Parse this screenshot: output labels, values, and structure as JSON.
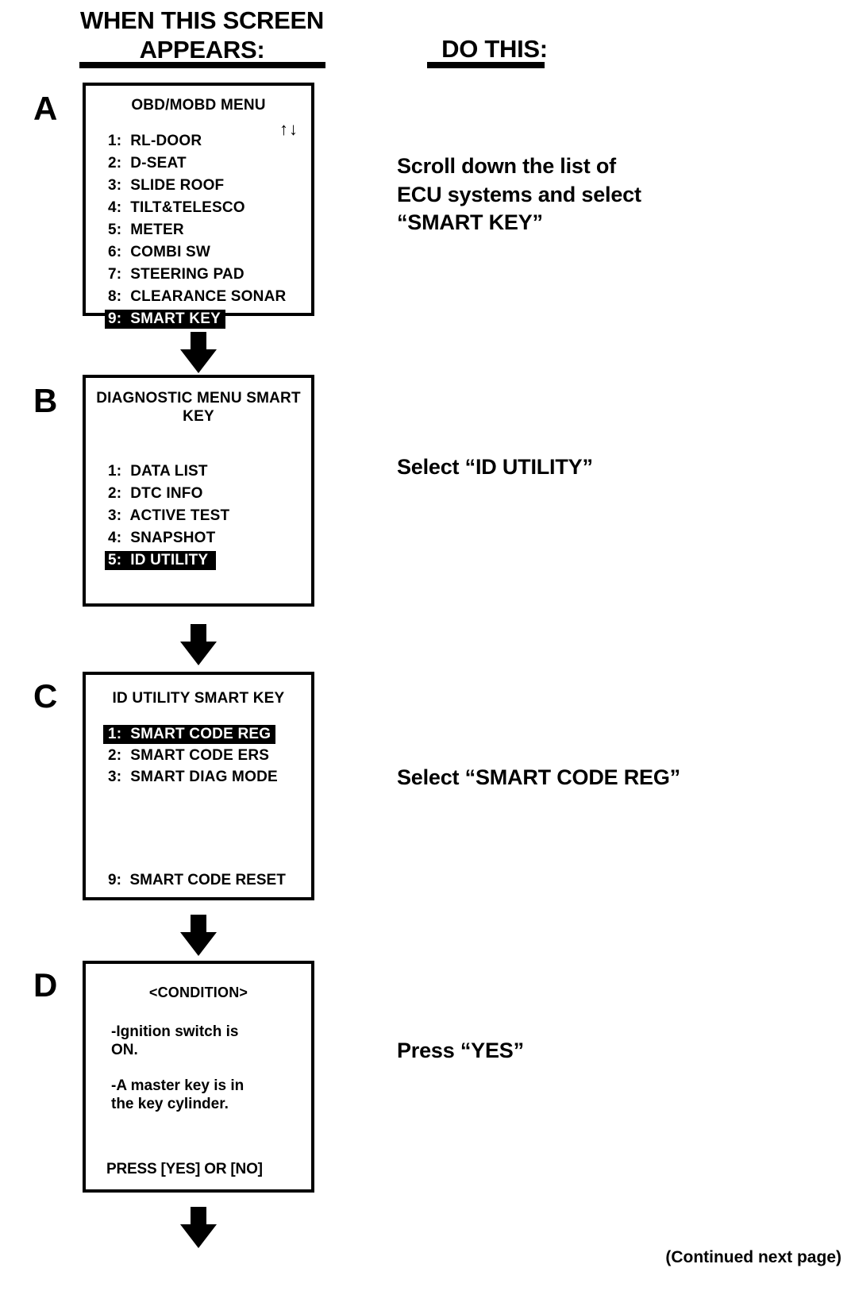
{
  "headers": {
    "left": "WHEN THIS\nSCREEN APPEARS:",
    "right": "DO THIS:"
  },
  "footer": {
    "note": "(Continued next page)"
  },
  "steps": [
    {
      "letter": "A",
      "screen": {
        "title": "OBD/MOBD MENU",
        "scroll_arrows": "↑↓",
        "items": [
          {
            "num": "1:",
            "label": "RL-DOOR",
            "selected": false
          },
          {
            "num": "2:",
            "label": "D-SEAT",
            "selected": false
          },
          {
            "num": "3:",
            "label": "SLIDE ROOF",
            "selected": false
          },
          {
            "num": "4:",
            "label": "TILT&TELESCO",
            "selected": false
          },
          {
            "num": "5:",
            "label": "METER",
            "selected": false
          },
          {
            "num": "6:",
            "label": "COMBI SW",
            "selected": false
          },
          {
            "num": "7:",
            "label": "STEERING PAD",
            "selected": false
          },
          {
            "num": "8:",
            "label": "CLEARANCE SONAR",
            "selected": false
          },
          {
            "num": "9:",
            "label": "SMART KEY",
            "selected": true
          }
        ]
      },
      "instruction": "Scroll down the list of\nECU systems and select\n“SMART KEY”"
    },
    {
      "letter": "B",
      "screen": {
        "title": "DIAGNOSTIC MENU\nSMART KEY",
        "items": [
          {
            "num": "1:",
            "label": "DATA LIST",
            "selected": false
          },
          {
            "num": "2:",
            "label": "DTC INFO",
            "selected": false
          },
          {
            "num": "3:",
            "label": "ACTIVE TEST",
            "selected": false
          },
          {
            "num": "4:",
            "label": "SNAPSHOT",
            "selected": false
          },
          {
            "num": "5:",
            "label": "ID UTILITY",
            "selected": true
          }
        ]
      },
      "instruction": "Select “ID UTILITY”"
    },
    {
      "letter": "C",
      "screen": {
        "title": "ID UTILITY\nSMART KEY",
        "items": [
          {
            "num": "1:",
            "label": "SMART CODE REG",
            "selected": true
          },
          {
            "num": "2:",
            "label": "SMART CODE ERS",
            "selected": false
          },
          {
            "num": "3:",
            "label": "SMART DIAG MODE",
            "selected": false
          }
        ],
        "tail": "9:  SMART CODE RESET"
      },
      "instruction": "Select “SMART CODE REG”"
    },
    {
      "letter": "D",
      "screen": {
        "title": "<CONDITION>",
        "conditions": [
          "-Ignition switch is\n  ON.",
          "-A master key is in\n  the key cylinder."
        ],
        "tail": "PRESS [YES] OR [NO]"
      },
      "instruction": "Press “YES”"
    }
  ],
  "colors": {
    "ink": "#000000",
    "paper": "#ffffff",
    "highlight_bg": "#000000",
    "highlight_fg": "#ffffff"
  }
}
